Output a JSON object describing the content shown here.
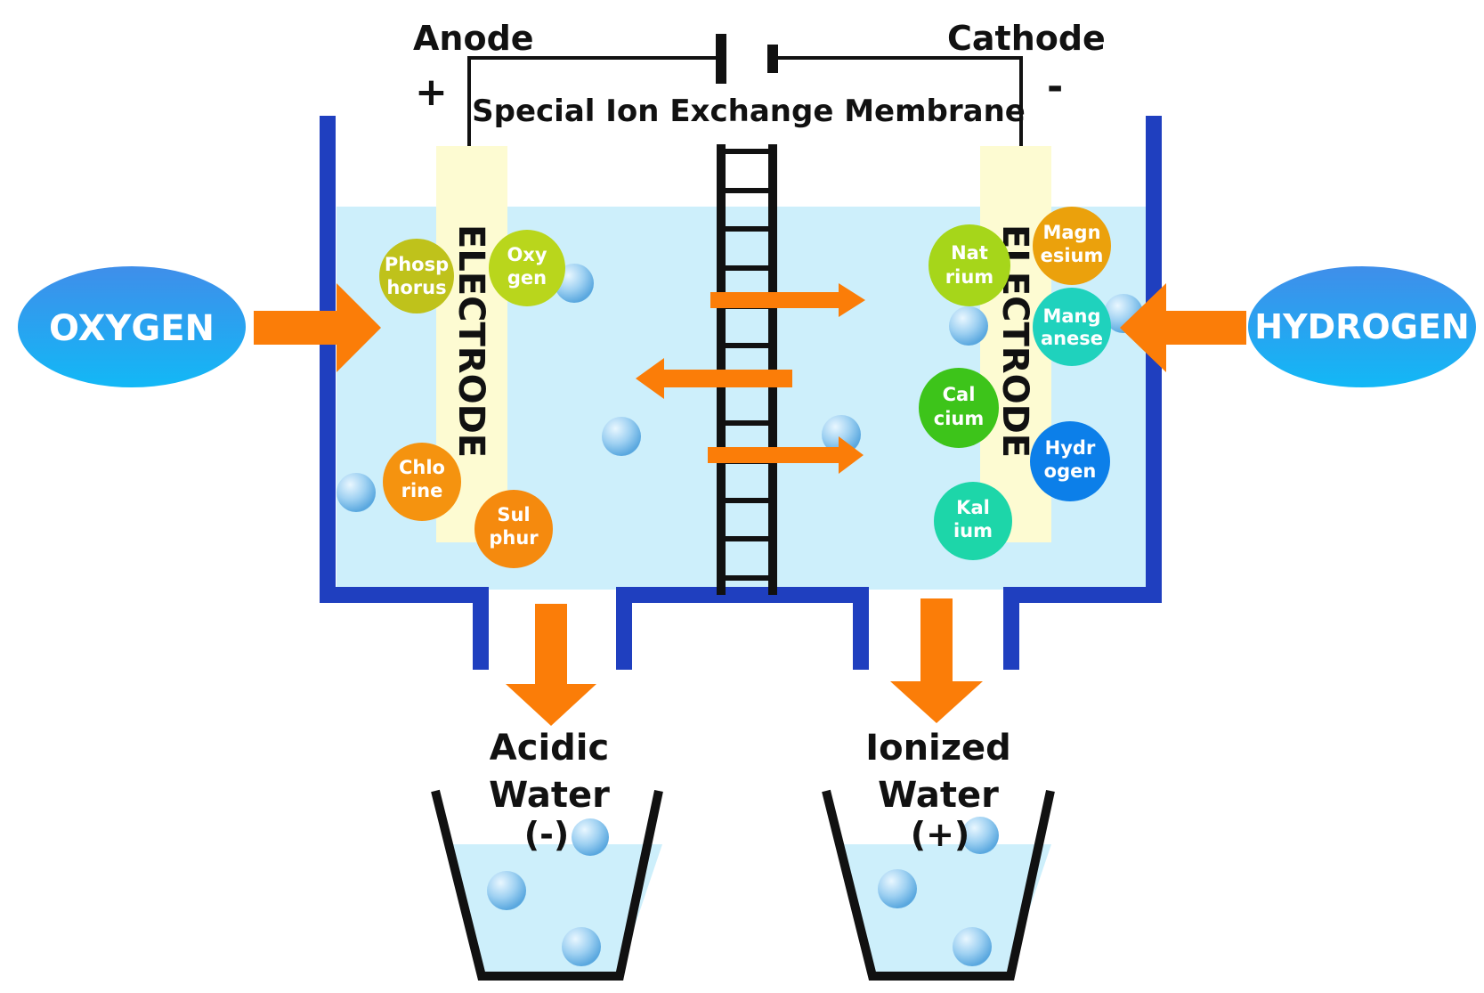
{
  "labels": {
    "anode": "Anode",
    "cathode": "Cathode",
    "plus": "+",
    "minus": "-",
    "membrane": "Special Ion Exchange Membrane",
    "electrode_left": "ELECTRODE",
    "electrode_right": "ELECTRODE",
    "oxygen": "OXYGEN",
    "hydrogen": "HYDROGEN",
    "acidic_line1": "Acidic",
    "acidic_line2": "Water",
    "acidic_line3": "(-)",
    "ionized_line1": "Ionized",
    "ionized_line2": "Water",
    "ionized_line3": "(+)"
  },
  "ions": {
    "phosphorus": [
      "Phosp",
      "horus"
    ],
    "oxygen": [
      "Oxy",
      "gen"
    ],
    "chlorine": [
      "Chlo",
      "rine"
    ],
    "sulphur": [
      "Sul",
      "phur"
    ],
    "natrium": [
      "Nat",
      "rium"
    ],
    "magnesium": [
      "Magn",
      "esium"
    ],
    "manganese": [
      "Mang",
      "anese"
    ],
    "calcium": [
      "Cal",
      "cium"
    ],
    "hydrogen": [
      "Hydr",
      "ogen"
    ],
    "kalium": [
      "Kal",
      "ium"
    ]
  },
  "colors": {
    "tank_wall": "#1f3fbf",
    "water": "#cdeffb",
    "electrode": "#fdfbd2",
    "arrow": "#fb7d08",
    "gas_bubble": "#1ea7ee",
    "phosphorus": "#bfc21b",
    "oxygen": "#b9d61c",
    "chlorine": "#f5930f",
    "sulphur": "#f58a0e",
    "natrium": "#a6d61a",
    "magnesium": "#eba10c",
    "manganese": "#1fd2bd",
    "calcium": "#3dc41a",
    "hydrogen": "#0c7fe9",
    "kalium": "#1dd6a9"
  }
}
